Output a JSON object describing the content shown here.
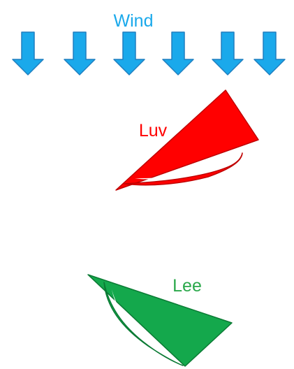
{
  "wind": {
    "label": "Wind",
    "arrow_count": 6,
    "arrow_color": "#1aa9eb",
    "arrow_outline": "#1f7fc0"
  },
  "luv": {
    "label": "Luv",
    "color": "#ff0000",
    "outline": "#c00000"
  },
  "lee": {
    "label": "Lee",
    "color": "#14a84c",
    "outline": "#0b7a34",
    "label_color": "#2aa84a"
  }
}
